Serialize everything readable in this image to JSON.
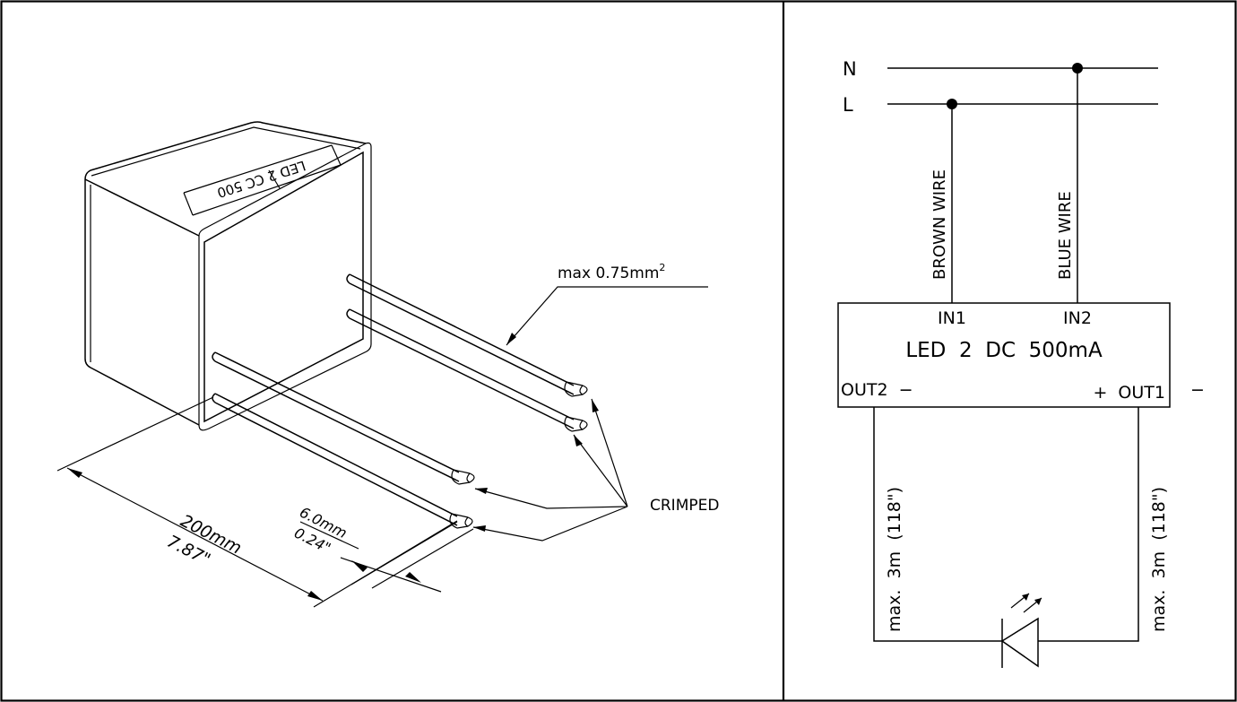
{
  "left_panel": {
    "label_box": "LED 2 CC 500",
    "wire_spec_prefix": "max 0.75mm",
    "wire_spec_sup": "2",
    "crimped": "CRIMPED",
    "length_mm": "200mm",
    "length_in": "7.87\"",
    "strip_mm": "6.0mm",
    "strip_in": "0.24\""
  },
  "right_panel": {
    "line_n": "N",
    "line_l": "L",
    "brown_wire": "BROWN WIRE",
    "blue_wire": "BLUE WIRE",
    "in1": "IN1",
    "in2": "IN2",
    "device": "LED  2  DC  500mA",
    "out2": "OUT2  −",
    "out1": "+  OUT1",
    "out1_minus": "−",
    "cable_left": "max.  3m  (118\")",
    "cable_right": "max.  3m  (118\")"
  }
}
